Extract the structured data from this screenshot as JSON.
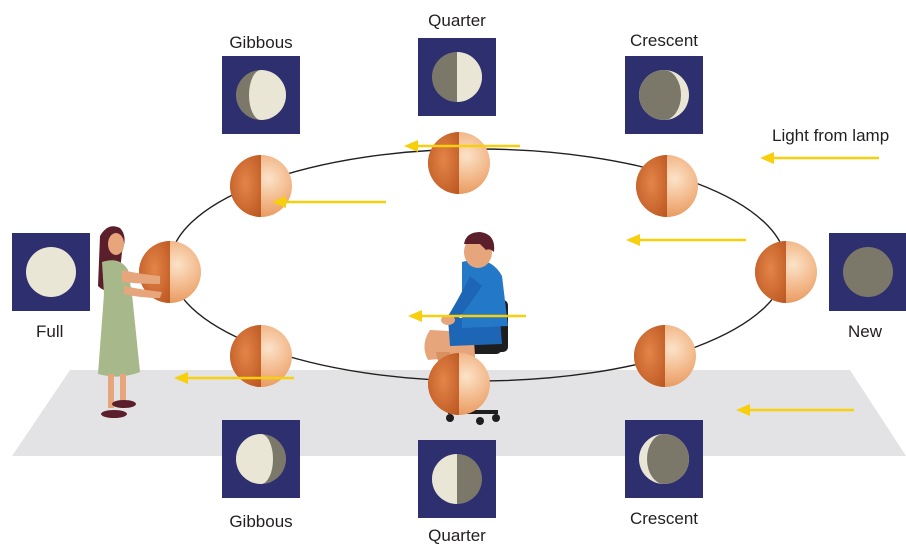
{
  "labels": {
    "gibbous_top": "Gibbous",
    "quarter_top": "Quarter",
    "crescent_top": "Crescent",
    "light_from_lamp": "Light from lamp",
    "full": "Full",
    "new": "New",
    "gibbous_bottom": "Gibbous",
    "quarter_bottom": "Quarter",
    "crescent_bottom": "Crescent"
  },
  "colors": {
    "panel": "#2d2f6e",
    "moon_lit": "#e9e6d6",
    "moon_dark": "#7b786a",
    "ball_light": "#f6c9a2",
    "ball_dark": "#cf6b2d",
    "arrow": "#f7cf0c",
    "floor": "#e3e3e5"
  },
  "icons": {
    "lamp_light": "arrow-left-icon",
    "observer_woman": "person-standing-icon",
    "observer_man": "person-seated-icon"
  }
}
